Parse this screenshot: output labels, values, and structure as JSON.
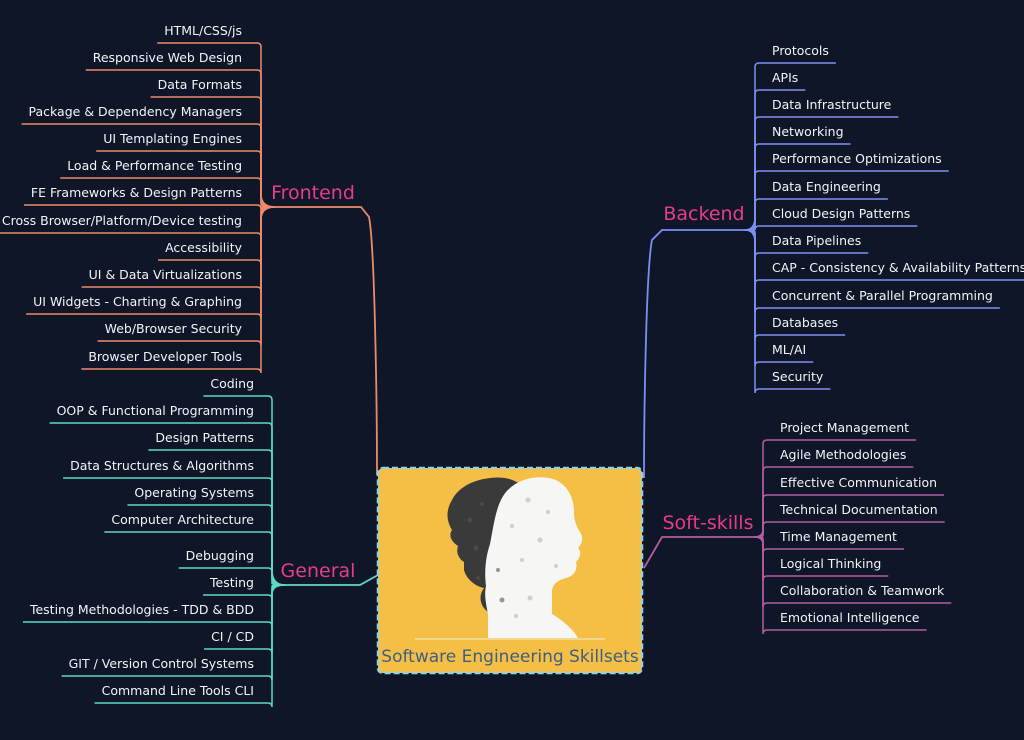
{
  "center": {
    "title": "Software Engineering Skillsets",
    "fill": "#f5bf45",
    "border": "#8fd3e8"
  },
  "branches": [
    {
      "id": "frontend",
      "label": "Frontend",
      "color": "#ee8a6a",
      "items": [
        "HTML/CSS/js",
        "Responsive Web Design",
        "Data Formats",
        "Package & Dependency Managers",
        "UI Templating Engines",
        "Load & Performance Testing",
        "FE Frameworks & Design Patterns",
        "Cross Browser/Platform/Device testing",
        "Accessibility",
        "UI & Data Virtualizations",
        "UI Widgets - Charting & Graphing",
        "Web/Browser Security",
        "Browser Developer Tools"
      ]
    },
    {
      "id": "general",
      "label": "General",
      "color": "#5fd8c4",
      "items": [
        "Coding",
        "OOP & Functional Programming",
        "Design Patterns",
        "Data Structures & Algorithms",
        "Operating Systems",
        "Computer Architecture",
        "Debugging",
        "Testing",
        "Testing Methodologies - TDD & BDD",
        "CI / CD",
        "GIT / Version Control Systems",
        "Command Line Tools CLI"
      ]
    },
    {
      "id": "backend",
      "label": "Backend",
      "color": "#7d90f2",
      "items": [
        "Protocols",
        "APIs",
        "Data Infrastructure",
        "Networking",
        "Performance Optimizations",
        "Data Engineering",
        "Cloud Design Patterns",
        "Data Pipelines",
        "CAP - Consistency & Availability Patterns",
        "Concurrent & Parallel Programming",
        "Databases",
        "ML/AI",
        "Security"
      ]
    },
    {
      "id": "softskills",
      "label": "Soft-skills",
      "color": "#b55ca3",
      "items": [
        "Project Management",
        "Agile Methodologies",
        "Effective Communication",
        "Technical Documentation",
        "Time Management",
        "Logical Thinking",
        "Collaboration & Teamwork",
        "Emotional Intelligence"
      ]
    }
  ]
}
